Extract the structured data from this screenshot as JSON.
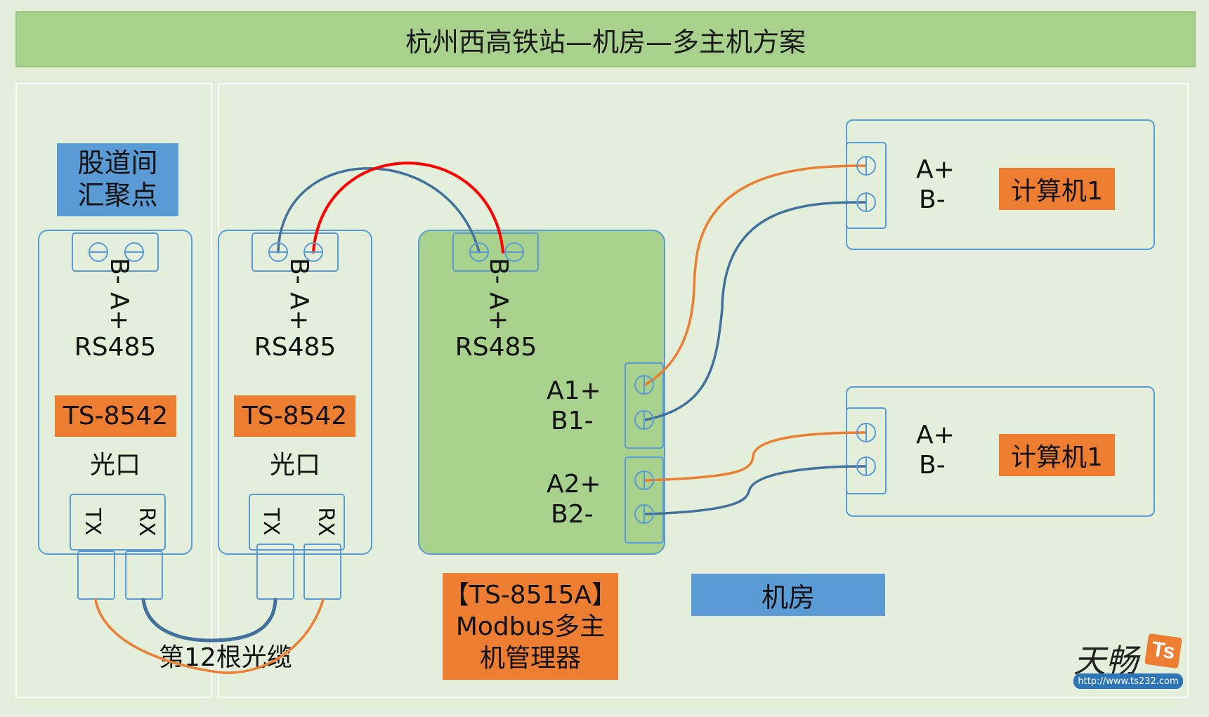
{
  "title": "杭州西高铁站—机房—多主机方案",
  "station_label": "股道间\n汇聚点",
  "room_label": "机房",
  "fiber_label": "第12根光缆",
  "converters": [
    {
      "ab": "B- A+",
      "rs": "RS485",
      "model": "TS-8542",
      "port": "光口",
      "tx": "TX",
      "rx": "RX"
    },
    {
      "ab": "B- A+",
      "rs": "RS485",
      "model": "TS-8542",
      "port": "光口",
      "tx": "TX",
      "rx": "RX"
    }
  ],
  "manager": {
    "ab": "B- A+",
    "rs": "RS485",
    "port1_a": "A1+",
    "port1_b": "B1-",
    "port2_a": "A2+",
    "port2_b": "B2-",
    "tag_line1": "【TS-8515A】",
    "tag_line2": "Modbus多主",
    "tag_line3": "机管理器"
  },
  "computers": [
    {
      "a": "A+",
      "b": "B-",
      "name": "计算机1"
    },
    {
      "a": "A+",
      "b": "B-",
      "name": "计算机1"
    }
  ],
  "logo": {
    "mark": "天畅",
    "badge": "Ts",
    "url": "http://www.ts232.com"
  },
  "colors": {
    "background": "#e3efda",
    "title_bg": "#a9d18e",
    "device_border": "#5b9bd5",
    "orange": "#ed7d31",
    "blue_tag": "#5b9bd5",
    "wire_blue": "#41719c",
    "wire_red": "#ff0000",
    "wire_orange": "#ed7d31"
  }
}
